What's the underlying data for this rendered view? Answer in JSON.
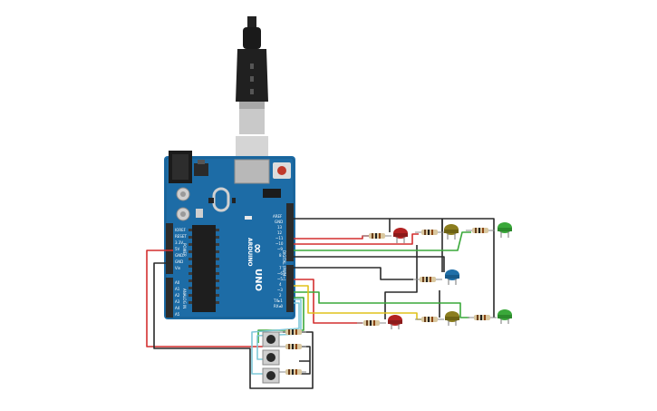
{
  "board": {
    "brand": "ARDUINO",
    "model": "UNO",
    "header_right_labels": [
      "AREF",
      "GND",
      "13",
      "12",
      "~11",
      "~10",
      "~9",
      "8",
      "7",
      "~6",
      "~5",
      "4",
      "~3",
      "2",
      "TX▸1",
      "RX◂0"
    ],
    "digital_caption": "DIGITAL (PWM~)",
    "power_labels": [
      "IOREF",
      "RESET",
      "3.3V",
      "5V",
      "GND",
      "GND",
      "Vin"
    ],
    "analog_labels": [
      "A0",
      "A1",
      "A2",
      "A3",
      "A4",
      "A5"
    ],
    "analog_caption": "ANALOG IN",
    "power_caption": "POWER"
  },
  "colors": {
    "board": "#1d6ca6",
    "board_dark": "#175b8d",
    "header": "#2b2b2b",
    "wire_red": "#d32f2f",
    "wire_green": "#3aa83a",
    "wire_black": "#2a2a2a",
    "wire_yellow": "#e0c21c",
    "wire_teal": "#7ec8d8",
    "led_red": "#b22222",
    "led_yellow": "#8b7d1e",
    "led_blue": "#1f6fa8",
    "led_green": "#3aa83a",
    "resistor": "#d9c8a0"
  },
  "components": {
    "leds": [
      "red",
      "yellow",
      "green",
      "blue",
      "red",
      "yellow",
      "green"
    ],
    "resistor_count": 10,
    "pushbutton_count": 3,
    "usb_cable": "usb-b-cable"
  }
}
